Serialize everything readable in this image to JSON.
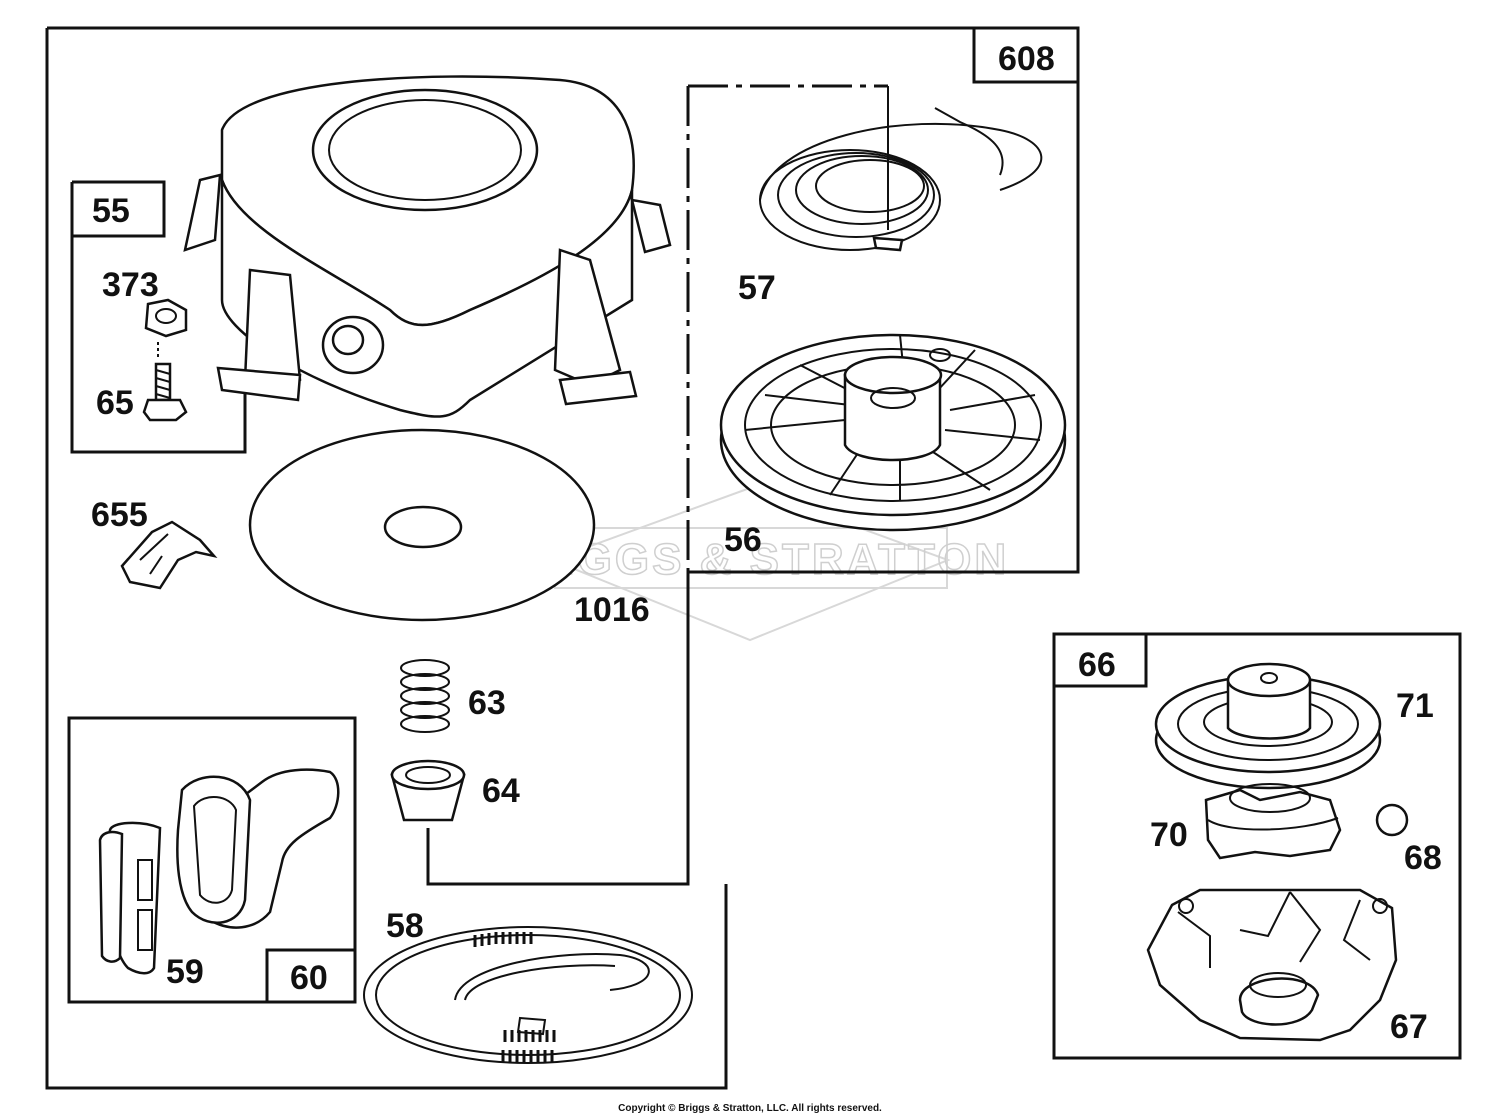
{
  "watermark": "BRIGGS & STRATTON",
  "copyright": "Copyright © Briggs & Stratton, LLC. All rights reserved.",
  "kits": {
    "k55": "55",
    "k608": "608",
    "k60": "60",
    "k66": "66"
  },
  "parts": {
    "p373": "373",
    "p65": "65",
    "p655": "655",
    "p1016": "1016",
    "p63": "63",
    "p64": "64",
    "p57": "57",
    "p56": "56",
    "p58": "58",
    "p59": "59",
    "p71": "71",
    "p70": "70",
    "p68": "68",
    "p67": "67"
  }
}
